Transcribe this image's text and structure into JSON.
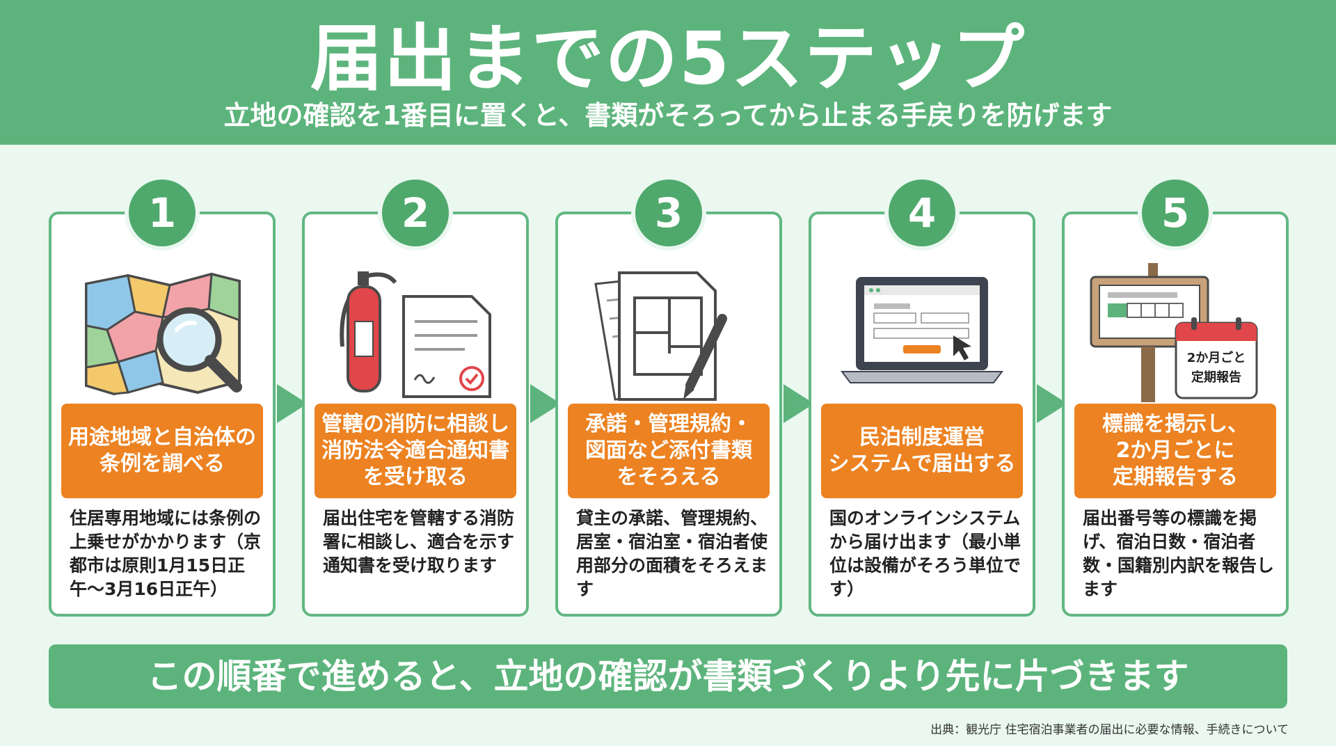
{
  "header": {
    "title": "届出までの5ステップ",
    "subtitle": "立地の確認を1番目に置くと、書類がそろってから止まる手戻りを防げます"
  },
  "steps": [
    {
      "number": "1",
      "label": "用途地域と自治体の\n条例を調べる",
      "description": "住居専用地域には条例の上乗せがかかります（京都市は原則1月15日正午〜3月16日正午）",
      "icon": "map-magnifier-icon"
    },
    {
      "number": "2",
      "label": "管轄の消防に相談し\n消防法令適合通知書\nを受け取る",
      "description": "届出住宅を管轄する消防署に相談し、適合を示す通知書を受け取ります",
      "icon": "fire-extinguisher-document-icon"
    },
    {
      "number": "3",
      "label": "承諾・管理規約・\n図面など添付書類\nをそろえる",
      "description": "貸主の承諾、管理規約、居室・宿泊室・宿泊者使用部分の面積をそろえます",
      "icon": "floor-plan-documents-icon"
    },
    {
      "number": "4",
      "label": "民泊制度運営\nシステムで届出する",
      "description": "国のオンラインシステムから届け出ます（最小単位は設備がそろう単位です）",
      "icon": "laptop-form-icon"
    },
    {
      "number": "5",
      "label": "標識を掲示し、\n2か月ごとに\n定期報告する",
      "description": "届出番号等の標識を掲げ、宿泊日数・宿泊者数・国籍別内訳を報告します",
      "icon": "signboard-calendar-icon",
      "calendar_line1": "2か月ごと",
      "calendar_line2": "定期報告"
    }
  ],
  "banner": "この順番で進めると、立地の確認が書類づくりより先に片づきます",
  "source": "出典：観光庁 住宅宿泊事業者の届出に必要な情報、手続きについて",
  "colors": {
    "header_green": "#5cb47c",
    "circle_green": "#4fa96c",
    "label_orange": "#ec8221",
    "panel_bg": "#eaf8f0"
  }
}
